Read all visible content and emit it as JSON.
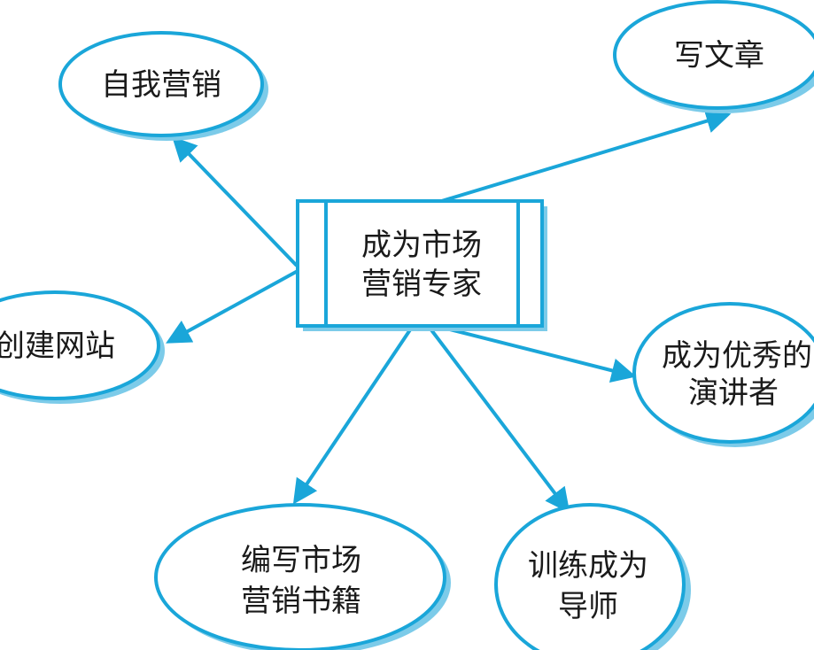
{
  "colors": {
    "stroke": "#1aa6d9",
    "shadow": "#7ccbe9",
    "text": "#1a1a1a"
  },
  "center": {
    "line1": "成为市场",
    "line2": "营销专家"
  },
  "nodes": {
    "self_marketing": "自我营销",
    "write_articles": "写文章",
    "build_website": "创建网站",
    "speaker_line1": "成为优秀的",
    "speaker_line2": "演讲者",
    "book_line1": "编写市场",
    "book_line2": "营销书籍",
    "mentor_line1": "训练成为",
    "mentor_line2": "导师"
  }
}
